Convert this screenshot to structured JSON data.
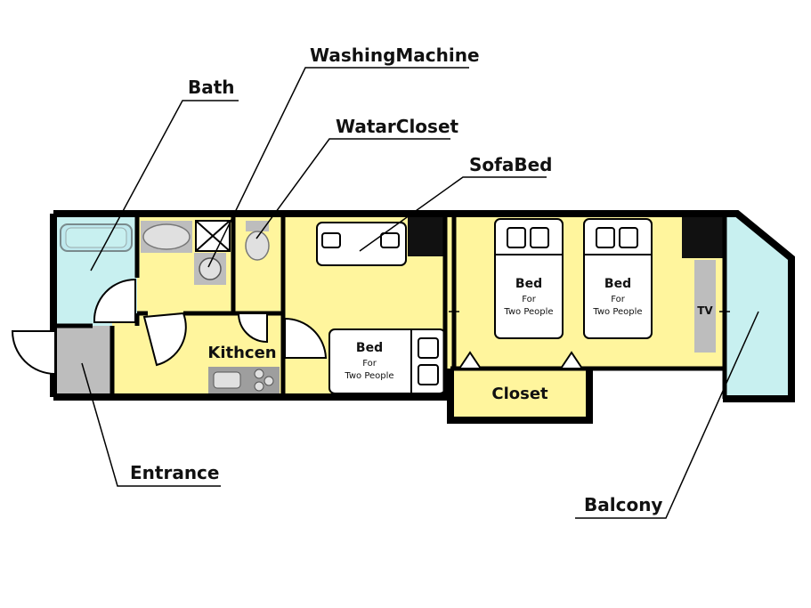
{
  "callouts": {
    "bath": "Bath",
    "washing_machine": "WashingMachine",
    "water_closet": "WatarCloset",
    "sofa_bed": "SofaBed",
    "entrance": "Entrance",
    "balcony": "Balcony"
  },
  "rooms": {
    "kitchen": "Kithcen",
    "closet": "Closet",
    "tv": "TV"
  },
  "beds": [
    {
      "title": "Bed",
      "line1": "For",
      "line2": "Two People"
    },
    {
      "title": "Bed",
      "line1": "For",
      "line2": "Two People"
    },
    {
      "title": "Bed",
      "line1": "For",
      "line2": "Two People"
    }
  ],
  "colors": {
    "floor": "#FFF59D",
    "wet_area": "#C8F0F0",
    "fixture_gray": "#BDBDBD",
    "wall": "#000000"
  }
}
